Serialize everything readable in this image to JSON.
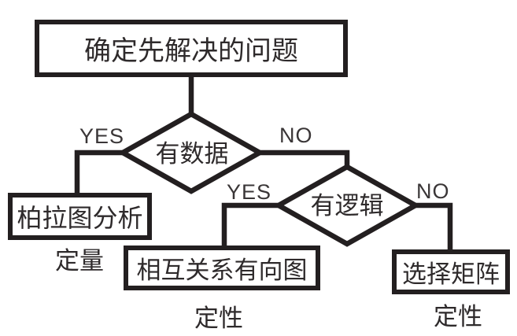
{
  "palette": {
    "ink": "#231f20",
    "text": "#2e2a2b",
    "background": "#ffffff"
  },
  "flowchart": {
    "start": {
      "label": "确定先解决的问题"
    },
    "decision_has_data": {
      "label": "有数据",
      "yes": "YES",
      "no": "NO"
    },
    "decision_has_logic": {
      "label": "有逻辑",
      "yes": "YES",
      "no": "NO"
    },
    "outcome_pareto": {
      "label": "柏拉图分析",
      "caption": "定量"
    },
    "outcome_digraph": {
      "label": "相互关系有向图",
      "caption": "定性"
    },
    "outcome_matrix": {
      "label": "选择矩阵",
      "caption": "定性"
    }
  }
}
